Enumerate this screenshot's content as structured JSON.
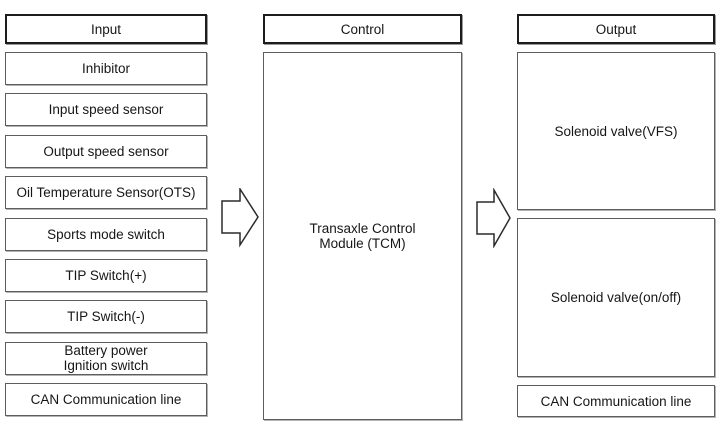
{
  "columns": {
    "input": {
      "header": "Input",
      "items": [
        "Inhibitor",
        "Input speed sensor",
        "Output speed sensor",
        "Oil Temperature Sensor(OTS)",
        "Sports mode switch",
        "TIP Switch(+)",
        "TIP Switch(-)",
        "Battery power\nIgnition switch",
        "CAN Communication line"
      ]
    },
    "control": {
      "header": "Control",
      "module_label": "Transaxle Control\nModule (TCM)"
    },
    "output": {
      "header": "Output",
      "items": [
        "Solenoid valve(VFS)",
        "Solenoid valve(on/off)",
        "CAN Communication line"
      ]
    }
  },
  "icons": {
    "flow_arrow_input_to_control": "block-arrow-right",
    "flow_arrow_control_to_output": "block-arrow-right"
  },
  "colors": {
    "background": "#ffffff",
    "box_fill": "#ffffff",
    "header_border": "#1c1c1c",
    "box_border": "#5d5d5d",
    "arrow_outline": "#2b2b2b",
    "text": "#161616"
  }
}
